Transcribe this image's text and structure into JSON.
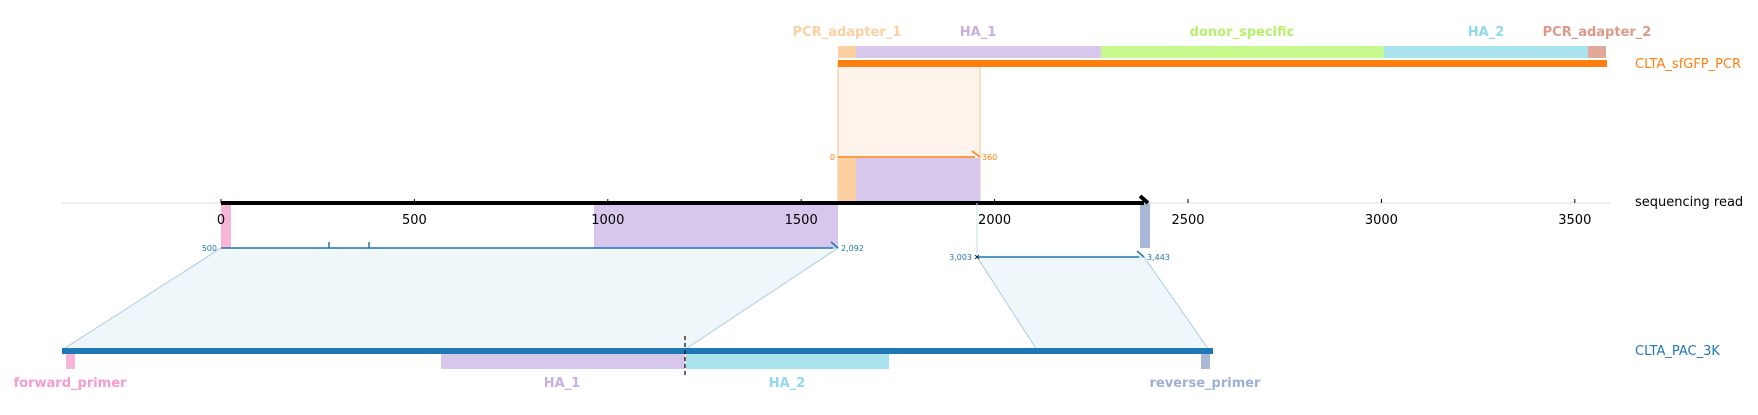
{
  "colors": {
    "pcr": "#ff7f0e",
    "read": "#000000",
    "target": "#1f77b4",
    "pcr_adapter": "#fdd0a2",
    "pcr_adapter_2": "#e1a997",
    "ha1": "#d8c7ec",
    "donor_specific": "#c6f88c",
    "ha2": "#a8e3ee",
    "forward_primer": "#f7b6d8",
    "reverse_primer": "#aab8d8",
    "band_pcr": "#fff4ec",
    "band_target": "#f0f7fb"
  },
  "tracks": {
    "pcr": {
      "name": "CLTA_sfGFP_PCR"
    },
    "read": {
      "name": "sequencing read"
    },
    "target": {
      "name": "CLTA_PAC_3K"
    }
  },
  "pcr_features": [
    {
      "name": "PCR_adapter_1",
      "label_color": "#fdd0a2"
    },
    {
      "name": "HA_1",
      "label_color": "#c5b0e0"
    },
    {
      "name": "donor_specific",
      "label_color": "#b7f06a"
    },
    {
      "name": "HA_2",
      "label_color": "#8fd9eb"
    },
    {
      "name": "PCR_adapter_2",
      "label_color": "#dd9a88"
    }
  ],
  "target_features": [
    {
      "name": "forward_primer",
      "label_color": "#f59ccf"
    },
    {
      "name": "HA_1",
      "label_color": "#c5b0e0"
    },
    {
      "name": "HA_2",
      "label_color": "#8fd9eb"
    },
    {
      "name": "reverse_primer",
      "label_color": "#9fb0d6"
    }
  ],
  "axis": {
    "ticks": [
      "0",
      "500",
      "1000",
      "1500",
      "2000",
      "2500",
      "3000",
      "3500"
    ],
    "range": [
      -410,
      3580
    ],
    "tick_values": [
      0,
      500,
      1000,
      1500,
      2000,
      2500,
      3000,
      3500
    ]
  },
  "read": {
    "length": 2400
  },
  "alignments": {
    "pcr": {
      "read_start": 1590,
      "read_end": 1953,
      "ref_start_label": "0",
      "ref_end_label": "360"
    },
    "target_1": {
      "read_start": 0,
      "read_end": 1590,
      "ref_start_label": "500",
      "ref_end_label": "2,092"
    },
    "target_2": {
      "read_start": 1953,
      "read_end": 2400,
      "ref_start_label": "3,003",
      "ref_end_label": "3,443"
    }
  }
}
